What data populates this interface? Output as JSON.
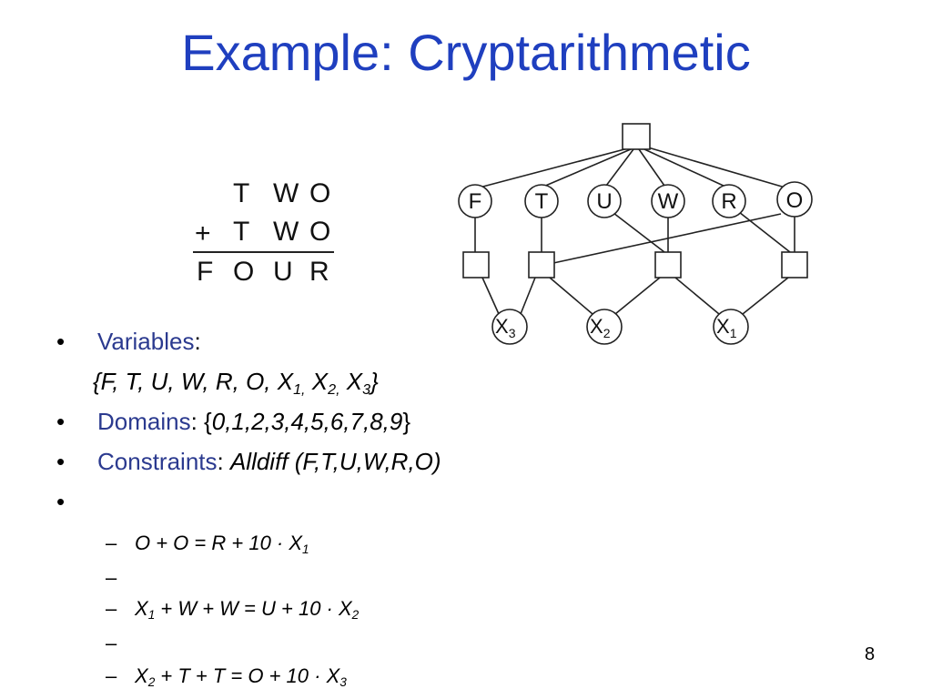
{
  "title": "Example: Cryptarithmetic",
  "puzzle": {
    "row1": [
      "T",
      "W",
      "O"
    ],
    "plus": "+",
    "row2": [
      "T",
      "W",
      "O"
    ],
    "row3": [
      "F",
      "O",
      "U",
      "R"
    ]
  },
  "graph": {
    "variables": [
      "F",
      "T",
      "U",
      "W",
      "R",
      "O"
    ],
    "carries": [
      {
        "base": "X",
        "sub": "3"
      },
      {
        "base": "X",
        "sub": "2"
      },
      {
        "base": "X",
        "sub": "1"
      }
    ]
  },
  "bullets": {
    "b1_label": "Variables",
    "b1_colon": ":",
    "b1_value_prefix": "{F, T, U, W, R, O, X",
    "b1_s1": "1,",
    "b1_x2": " X",
    "b1_s2": "2,",
    "b1_x3": " X",
    "b1_s3": "3",
    "b1_close": "}",
    "b2_label": "Domains",
    "b2_colon": ": {",
    "b2_value": "0,1,2,3,4,5,6,7,8,9",
    "b2_close": "}",
    "b3_label": "Constraints",
    "b3_colon": ": ",
    "b3_value": "Alldiff (F,T,U,W,R,O)",
    "bullet_char": "•"
  },
  "sub_items": {
    "dash": "–",
    "c1_pre": "O + O = R + 10 · X",
    "c1_sub": "1",
    "c2_a": "X",
    "c2_a_sub": "1",
    "c2_b": " + W + W = U + 10 · X",
    "c2_b_sub": "2",
    "c3_a": "X",
    "c3_a_sub": "2",
    "c3_b": " + T + T = O + 10 · X",
    "c3_b_sub": "3"
  },
  "page_number": "8"
}
